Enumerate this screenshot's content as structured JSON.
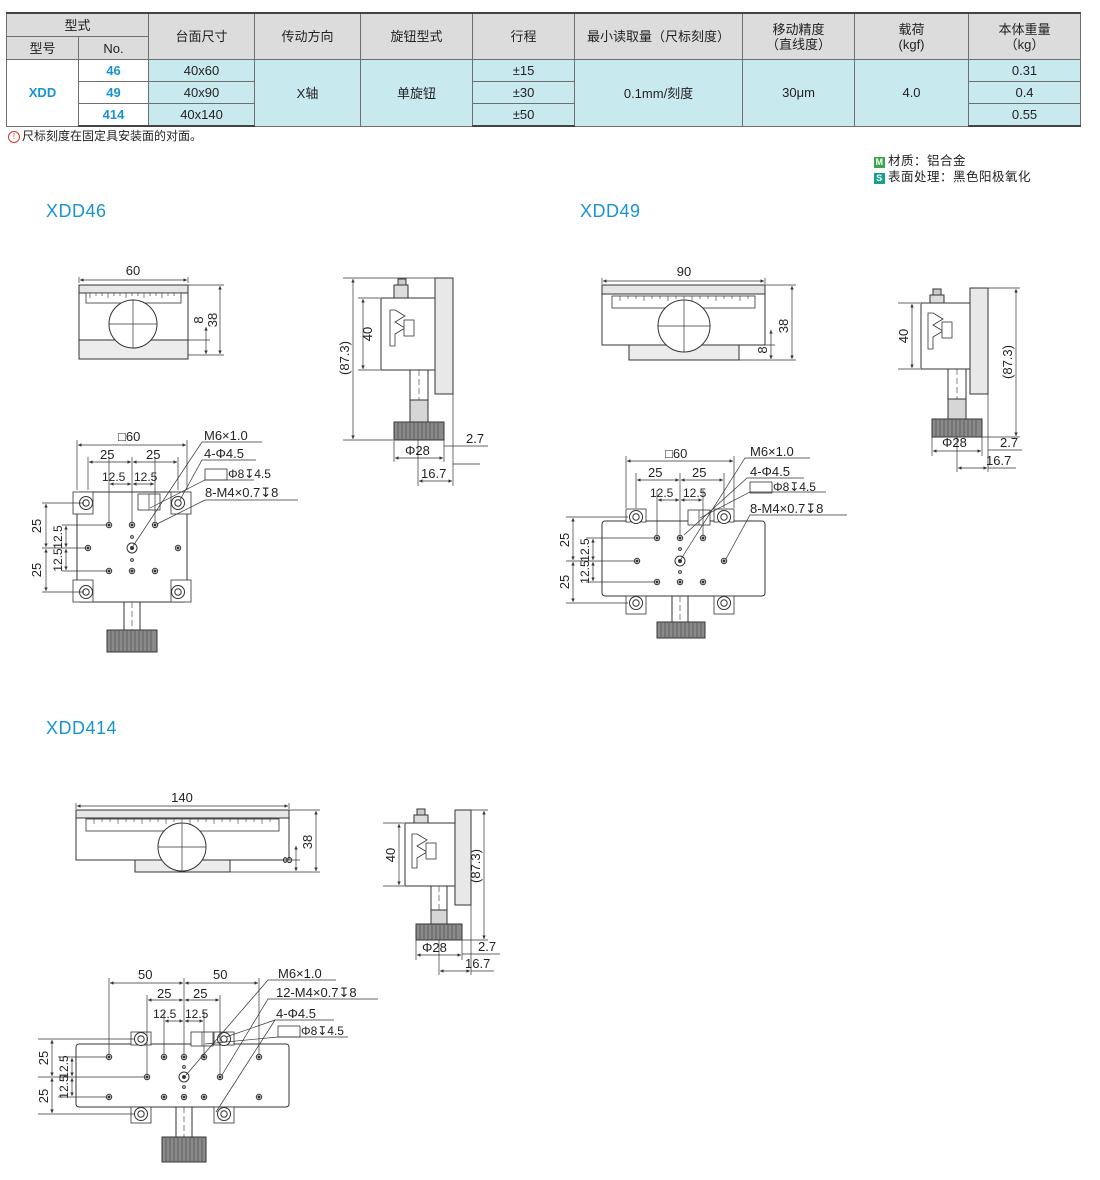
{
  "table": {
    "header": {
      "type": "型式",
      "model": "型号",
      "no": "No.",
      "table_size": "台面尺寸",
      "direction": "传动方向",
      "knob": "旋钮型式",
      "travel": "行程",
      "min_reading": "最小读取量（尺标刻度）",
      "accuracy_1": "移动精度",
      "accuracy_2": "（直线度）",
      "load_1": "载荷",
      "load_2": "(kgf)",
      "weight_1": "本体重量",
      "weight_2": "（kg）"
    },
    "model": "XDD",
    "direction": "X轴",
    "knob": "单旋钮",
    "min_reading": "0.1mm/刻度",
    "accuracy": "30μm",
    "load": "4.0",
    "rows": [
      {
        "no": "46",
        "size": "40x60",
        "travel": "±15",
        "weight": "0.31"
      },
      {
        "no": "49",
        "size": "40x90",
        "travel": "±30",
        "weight": "0.4"
      },
      {
        "no": "414",
        "size": "40x140",
        "travel": "±50",
        "weight": "0.55"
      }
    ]
  },
  "note": {
    "mark": "!",
    "text": "尺标刻度在固定具安装面的对面。"
  },
  "material": {
    "m_icon": "M",
    "m_text": "材质：铝合金",
    "s_icon": "S",
    "s_text": "表面处理：黑色阳极氧化"
  },
  "titles": {
    "xdd46": "XDD46",
    "xdd49": "XDD49",
    "xdd414": "XDD414"
  },
  "colors": {
    "accent_blue": "#1a93d2",
    "cyan_cell": "#c8e9ee",
    "header_gray": "#dcdcdc"
  },
  "dims": {
    "d60": "60",
    "d90": "90",
    "d140": "140",
    "d38": "38",
    "d8": "8",
    "d40": "40",
    "d873": "(87.3)",
    "phi28": "Φ28",
    "d27": "2.7",
    "d167": "16.7",
    "sq60": "□60",
    "d25": "25",
    "d125": "12.5",
    "d50": "50",
    "m6": "M6×1.0",
    "phi45": "4-Φ4.5",
    "cbore": "Φ8↧4.5",
    "m4_8": "8-M4×0.7↧8",
    "m4_12": "12-M4×0.7↧8"
  }
}
